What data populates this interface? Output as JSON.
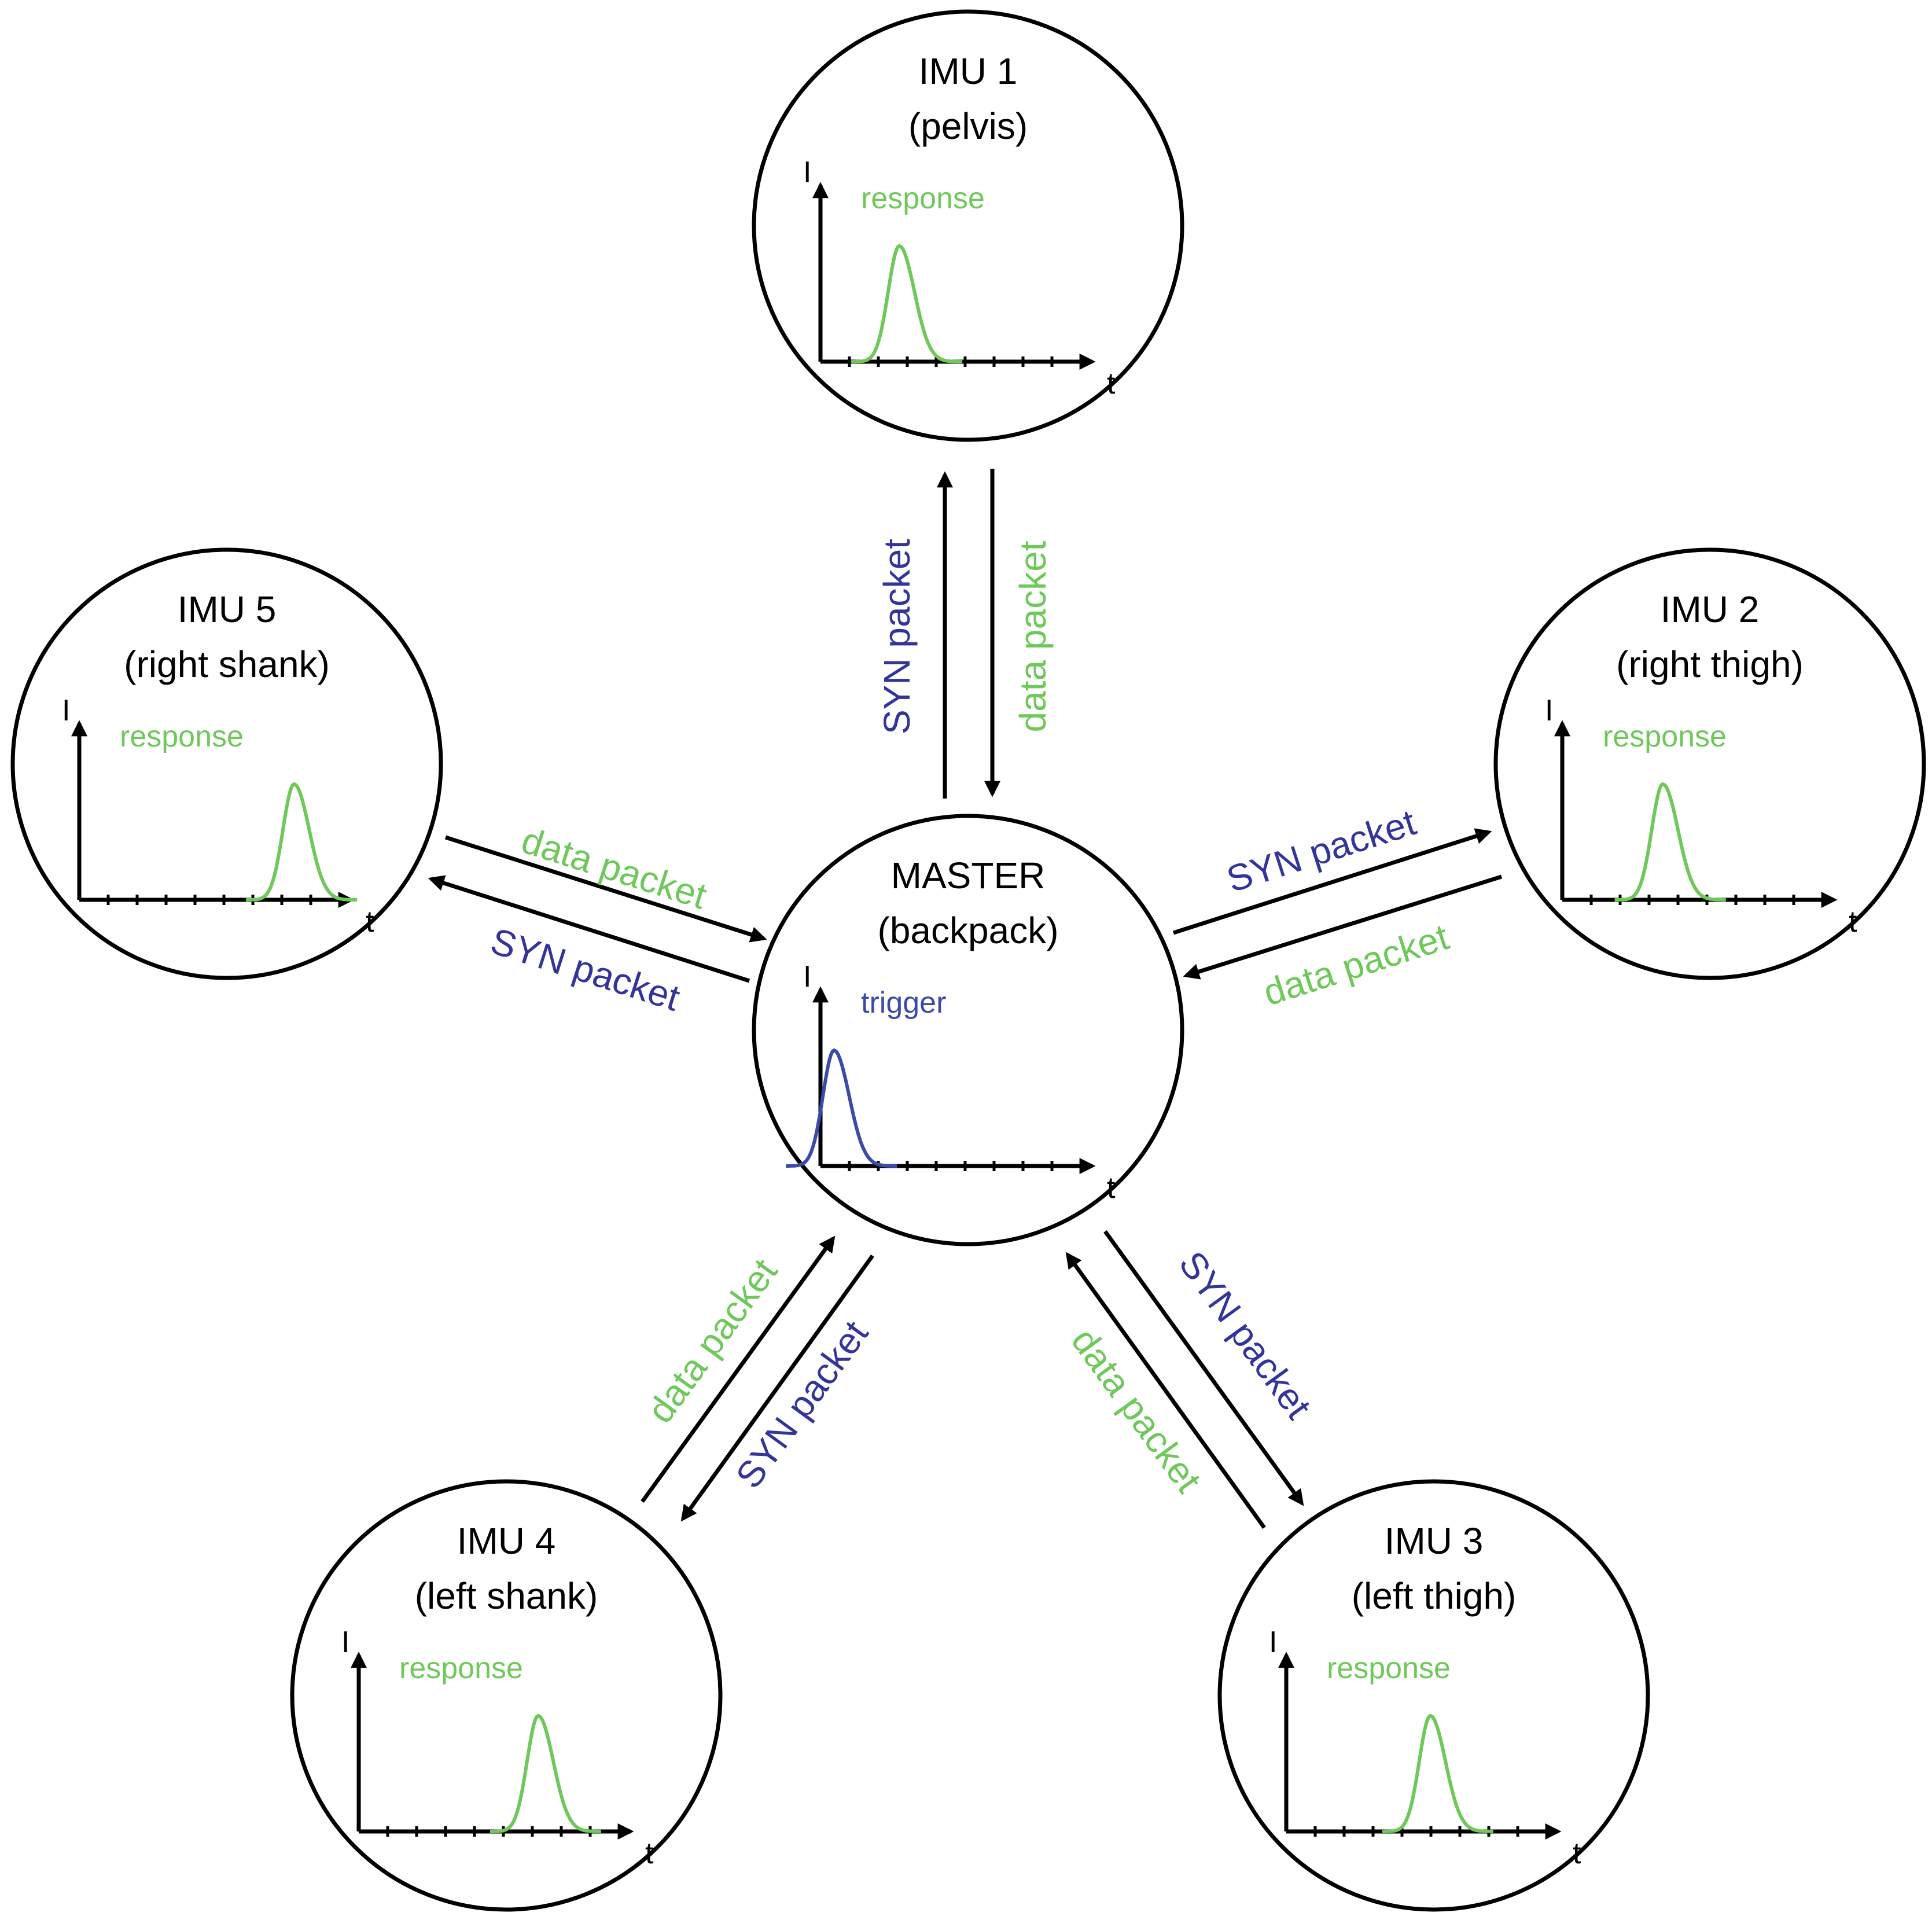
{
  "colors": {
    "syn": "#33349a",
    "data": "#6fc85a",
    "response": "#6fc85a",
    "trigger": "#3a4aa8",
    "stroke": "#000000"
  },
  "axis_labels": {
    "y": "I",
    "x": "t"
  },
  "nodes": [
    {
      "id": "master",
      "title_line1": "MASTER",
      "title_line2": "(backpack)",
      "signal_label": "trigger",
      "signal_type": "trigger",
      "peak_position": 0.05
    },
    {
      "id": "imu1",
      "title_line1": "IMU 1",
      "title_line2": "(pelvis)",
      "signal_label": "response",
      "signal_type": "response",
      "peak_position": 0.29
    },
    {
      "id": "imu2",
      "title_line1": "IMU 2",
      "title_line2": "(right thigh)",
      "signal_label": "response",
      "signal_type": "response",
      "peak_position": 0.37
    },
    {
      "id": "imu3",
      "title_line1": "IMU 3",
      "title_line2": "(left thigh)",
      "signal_label": "response",
      "signal_type": "response",
      "peak_position": 0.53
    },
    {
      "id": "imu4",
      "title_line1": "IMU 4",
      "title_line2": "(left shank)",
      "signal_label": "response",
      "signal_type": "response",
      "peak_position": 0.66
    },
    {
      "id": "imu5",
      "title_line1": "IMU 5",
      "title_line2": "(right shank)",
      "signal_label": "response",
      "signal_type": "response",
      "peak_position": 0.79
    }
  ],
  "links": [
    {
      "node": "imu1",
      "syn_label": "SYN packet",
      "data_label": "data packet"
    },
    {
      "node": "imu2",
      "syn_label": "SYN packet",
      "data_label": "data packet"
    },
    {
      "node": "imu3",
      "syn_label": "SYN packet",
      "data_label": "data packet"
    },
    {
      "node": "imu4",
      "syn_label": "SYN packet",
      "data_label": "data packet"
    },
    {
      "node": "imu5",
      "syn_label": "SYN packet",
      "data_label": "data packet"
    }
  ]
}
